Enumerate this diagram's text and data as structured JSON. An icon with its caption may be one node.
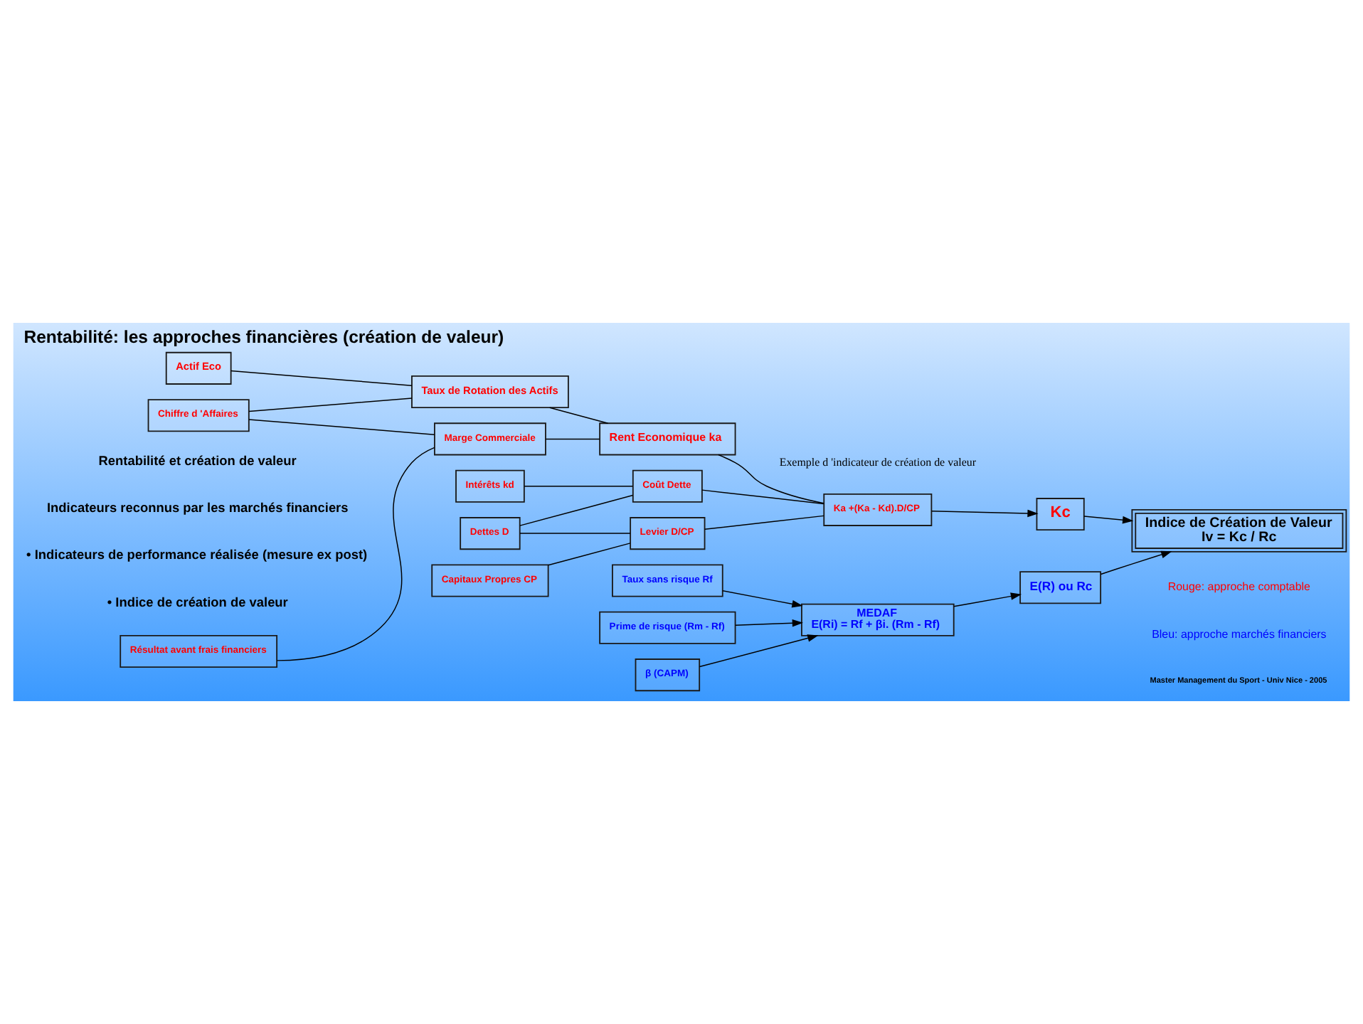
{
  "diagram": {
    "title": "Rentabilité: les approches financières (création de valeur)",
    "nodes": [
      {
        "text": [
          "Résultat avant frais financiers"
        ]
      },
      {
        "text": [
          "Chiffre d 'Affaires"
        ]
      },
      {
        "text": [
          "Actif Eco"
        ]
      },
      {
        "text": [
          "Marge Commerciale"
        ]
      },
      {
        "text": [
          "Taux de Rotation des Actifs"
        ]
      },
      {
        "text": [
          "Rent Economique ka"
        ]
      },
      {
        "text": [
          "Intérêts kd"
        ]
      },
      {
        "text": [
          "Dettes D"
        ]
      },
      {
        "text": [
          "Capitaux Propres CP"
        ]
      },
      {
        "text": [
          "Coût Dette"
        ]
      },
      {
        "text": [
          "Levier D/CP"
        ]
      },
      {
        "text": [
          "Ka +(Ka - Kd).D/CP"
        ],
        "beside": [
          "Exemple d 'indicateur de création de valeur"
        ]
      },
      {
        "text": [
          "Kc"
        ]
      },
      {
        "text": [
          "Indice de Création de Valeur",
          "Iv = Kc / Rc"
        ]
      },
      {
        "text": [
          "Taux sans risque Rf"
        ]
      },
      {
        "text": [
          "Prime de risque (Rm - Rf)"
        ]
      },
      {
        "text": [
          "β (CAPM)"
        ]
      },
      {
        "text": [
          "MEDAF",
          "E(Ri) = Rf + βi. (Rm - Rf)"
        ]
      },
      {
        "text": [
          "E(R) ou Rc"
        ]
      }
    ],
    "edges": [
      {
        "from": 0,
        "to": 3,
        "arrow": "none"
      },
      {
        "from": 1,
        "to": 3,
        "arrow": "none"
      },
      {
        "from": 1,
        "to": 4,
        "arrow": "none"
      },
      {
        "from": 2,
        "to": 4,
        "arrow": "none"
      },
      {
        "from": 3,
        "to": 5,
        "arrow": "none"
      },
      {
        "from": 4,
        "to": 5,
        "arrow": "none"
      },
      {
        "from": 6,
        "to": 9,
        "arrow": "none"
      },
      {
        "from": 7,
        "to": 9,
        "arrow": "none"
      },
      {
        "from": 7,
        "to": 10,
        "arrow": "none"
      },
      {
        "from": 8,
        "to": 10,
        "arrow": "none"
      },
      {
        "from": 5,
        "to": 11,
        "arrow": "none"
      },
      {
        "from": 9,
        "to": 11,
        "arrow": "none"
      },
      {
        "from": 10,
        "to": 11,
        "arrow": "none"
      },
      {
        "from": 11,
        "to": 12,
        "arrow": "to"
      },
      {
        "from": 12,
        "to": 13,
        "arrow": "to"
      },
      {
        "from": 14,
        "to": 17,
        "arrow": "to"
      },
      {
        "from": 15,
        "to": 17,
        "arrow": "to"
      },
      {
        "from": 16,
        "to": 17,
        "arrow": "to"
      },
      {
        "from": 17,
        "to": 18,
        "arrow": "to"
      },
      {
        "from": 18,
        "to": 13,
        "arrow": "to"
      }
    ],
    "labels": [
      "Rentabilité et création de valeur",
      "Indicateurs reconnus par les marchés financiers",
      "• Indicateurs de performance réalisée (mesure ex post)",
      "• Indice de création de valeur",
      "Master Management du Sport - Univ Nice - 2005"
    ],
    "legend": [
      {
        "text": "Rouge: approche comptable",
        "color": "#ff0000"
      },
      {
        "text": "Bleu: approche marchés financiers",
        "color": "#0000ff"
      }
    ]
  }
}
